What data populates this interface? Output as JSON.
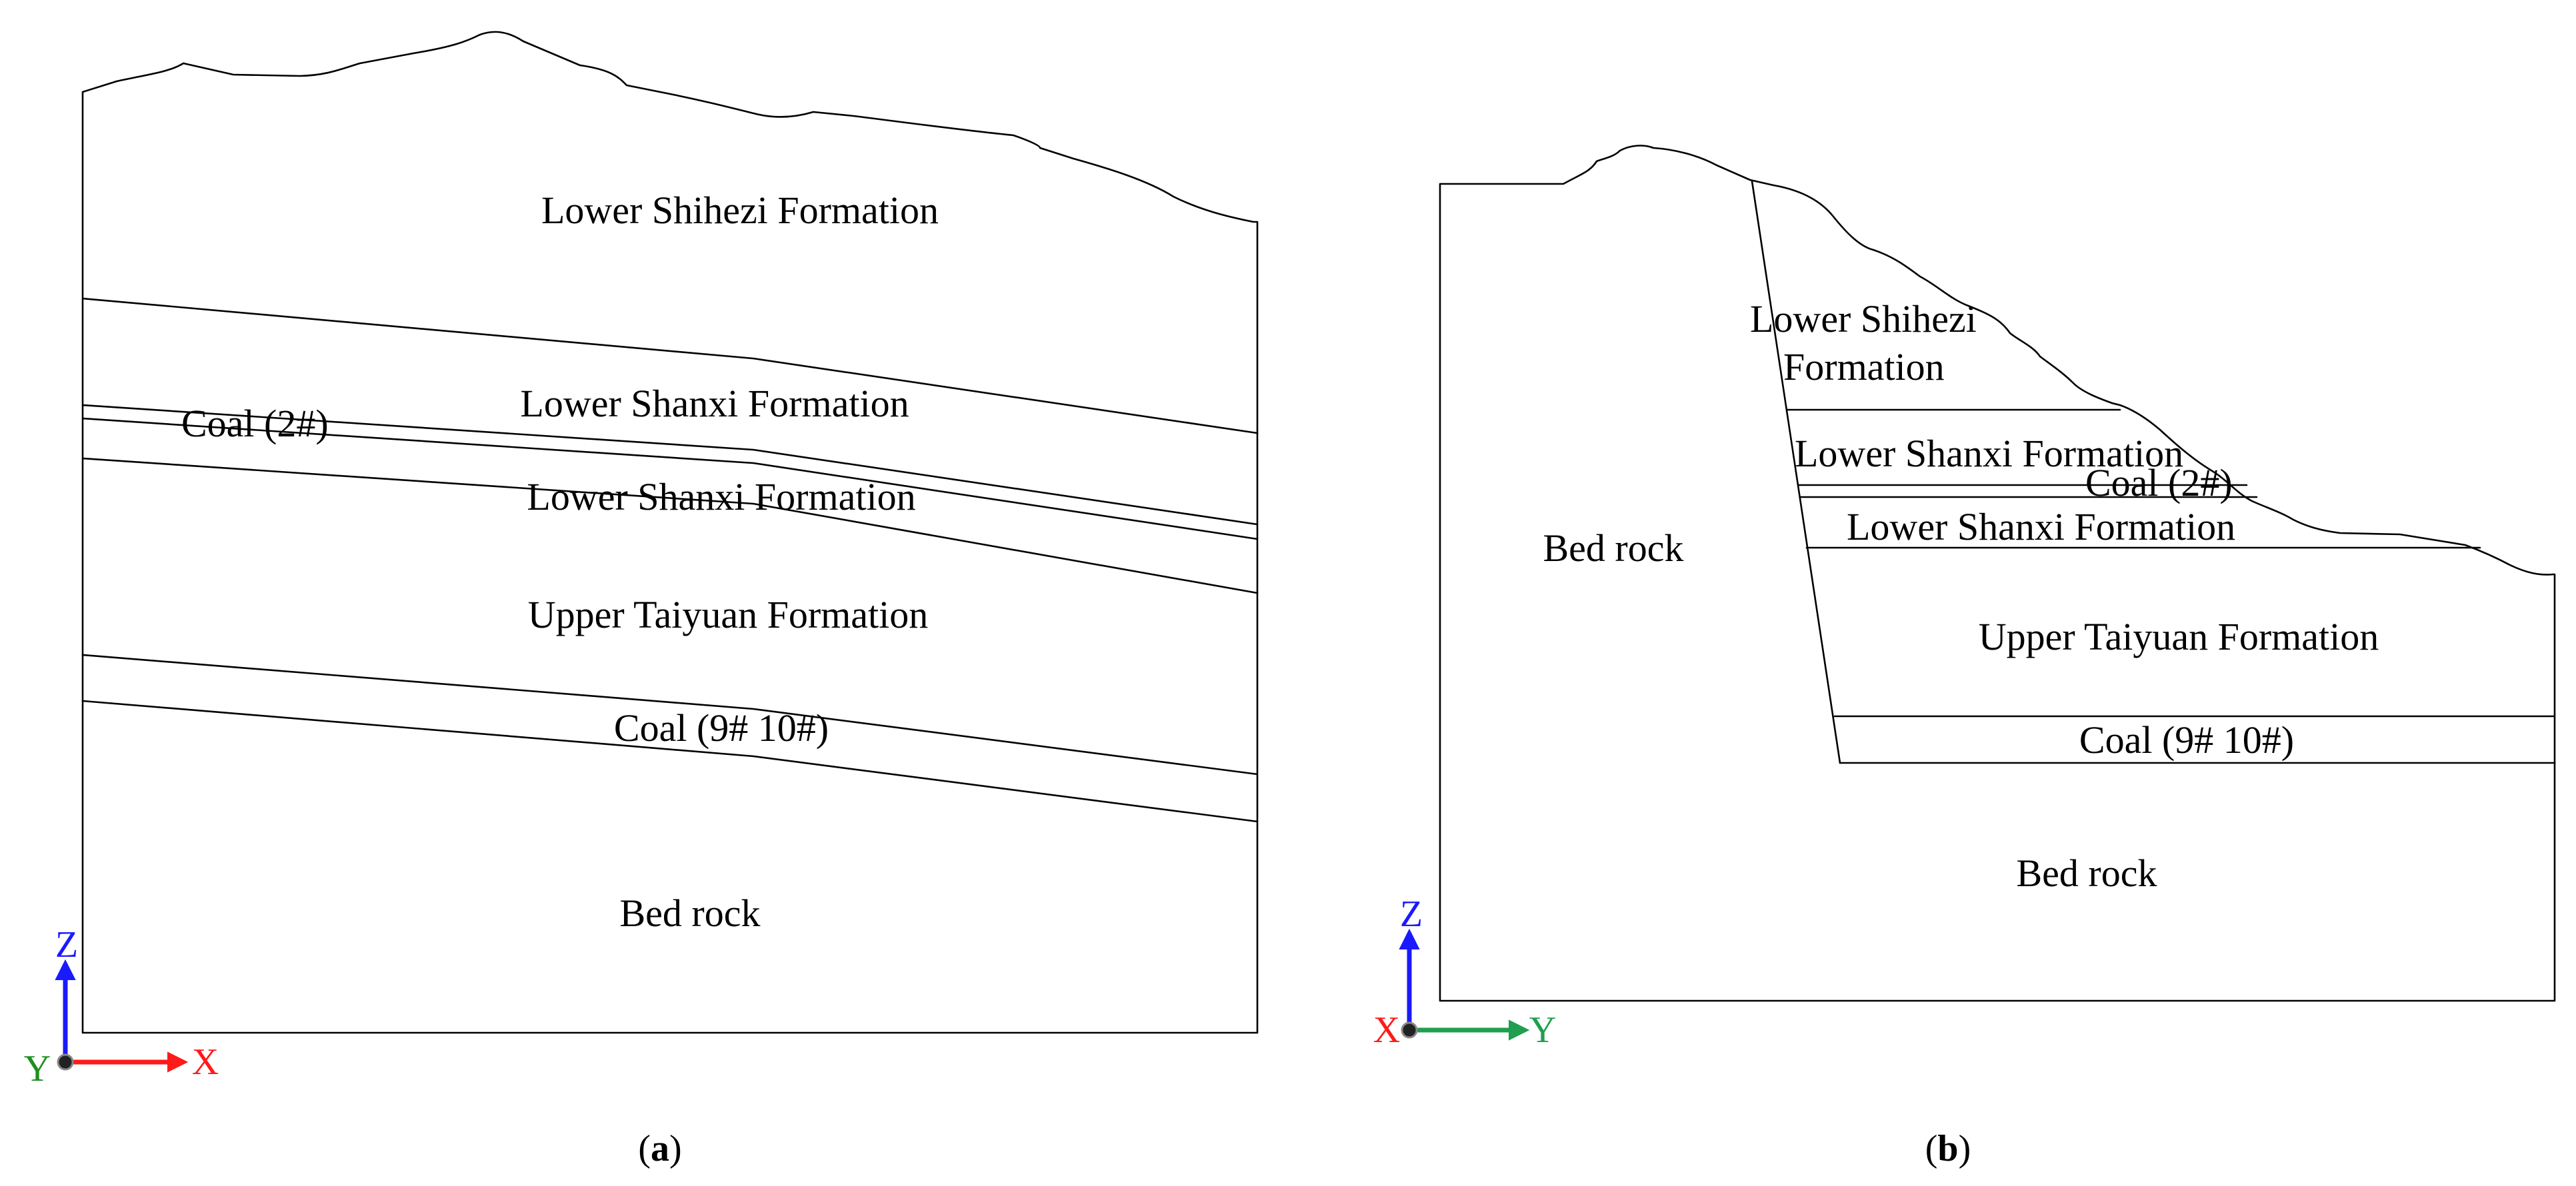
{
  "panels": [
    {
      "id": "a",
      "caption_letter": "a",
      "layers": {
        "lower_shihezi": "Lower Shihezi Formation",
        "lower_shanxi_upper": "Lower Shanxi Formation",
        "coal_2": "Coal  (2#)",
        "lower_shanxi_lower": "Lower Shanxi Formation",
        "upper_taiyuan": "Upper Taiyuan Formation",
        "coal_9_10": "Coal  (9#  10#)",
        "bed_rock": "Bed rock"
      },
      "axes": {
        "vertical": "Z",
        "horizontal": "X",
        "out_of_plane": "Y",
        "vertical_color": "#1a1aff",
        "horizontal_color": "#ff1a1a",
        "out_of_plane_color": "#1f8f1f"
      }
    },
    {
      "id": "b",
      "caption_letter": "b",
      "layers": {
        "bed_rock_left": "Bed rock",
        "lower_shihezi_line1": "Lower Shihezi",
        "lower_shihezi_line2": "Formation",
        "lower_shanxi_upper": "Lower Shanxi Formation",
        "coal_2": "Coal  (2#)",
        "lower_shanxi_lower": "Lower Shanxi Formation",
        "upper_taiyuan": "Upper Taiyuan Formation",
        "coal_9_10": "Coal (9#  10#)",
        "bed_rock_right": "Bed rock"
      },
      "axes": {
        "vertical": "Z",
        "horizontal": "Y",
        "out_of_plane": "X",
        "vertical_color": "#1a1aff",
        "horizontal_color": "#1f9f4f",
        "out_of_plane_color": "#ff1a1a"
      }
    }
  ]
}
